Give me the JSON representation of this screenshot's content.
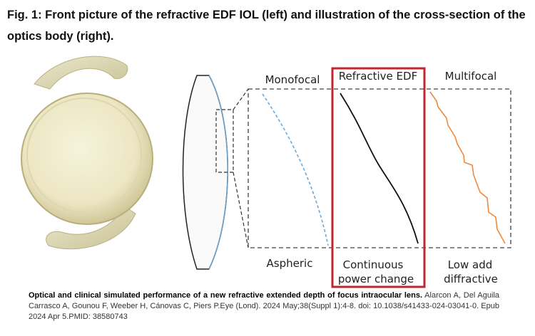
{
  "title": "Fig. 1: Front picture of the refractive EDF IOL (left) and illustration of the cross-section of the optics body (right).",
  "figure": {
    "panels": [
      {
        "top_label": "Monofocal",
        "bottom_label": "Aspheric"
      },
      {
        "top_label": "Refractive EDF",
        "bottom_label_line1": "Continuous",
        "bottom_label_line2": "power change"
      },
      {
        "top_label": "Multifocal",
        "bottom_label_line1": "Low add",
        "bottom_label_line2": "diffractive"
      }
    ],
    "colors": {
      "monofocal_curve": "#6aa8d8",
      "edf_curve": "#111111",
      "multifocal_curve": "#f0883a",
      "highlight_box": "#c0262d",
      "dashed_frame": "#444444"
    }
  },
  "caption": {
    "article_title": "Optical and clinical simulated performance of a new refractive extended depth of focus intraocular lens.",
    "citation": "Alarcon A, Del Aguila Carrasco A, Gounou F, Weeber H, Cánovas C, Piers P.Eye (Lond). 2024 May;38(Suppl 1):4-8. doi: 10.1038/s41433-024-03041-0. Epub 2024 Apr 5.PMID: 38580743"
  }
}
